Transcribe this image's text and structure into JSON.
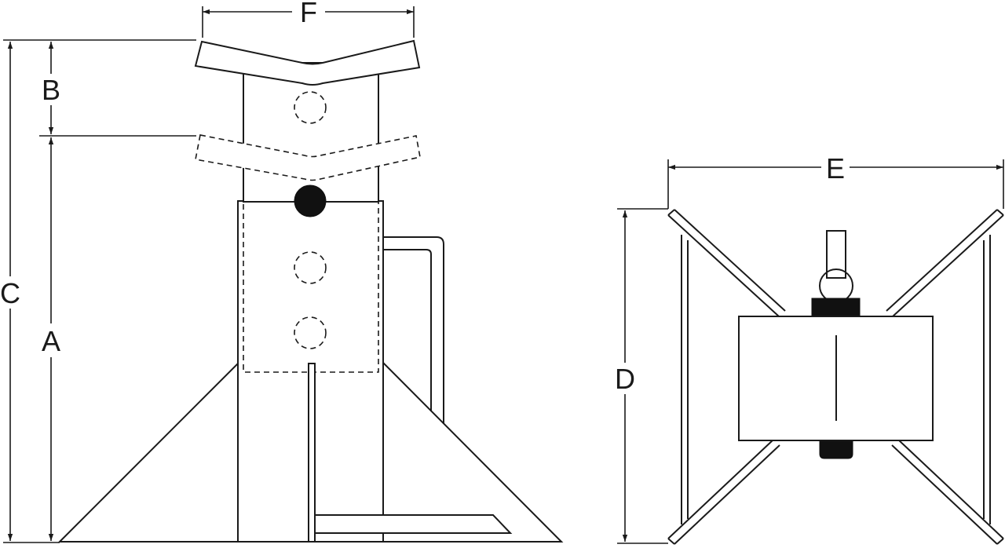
{
  "dimensions": {
    "A": "A",
    "B": "B",
    "C": "C",
    "D": "D",
    "E": "E",
    "F": "F"
  },
  "colors": {
    "line": "#1a1a1a",
    "background": "#ffffff",
    "solid": "#111111"
  }
}
